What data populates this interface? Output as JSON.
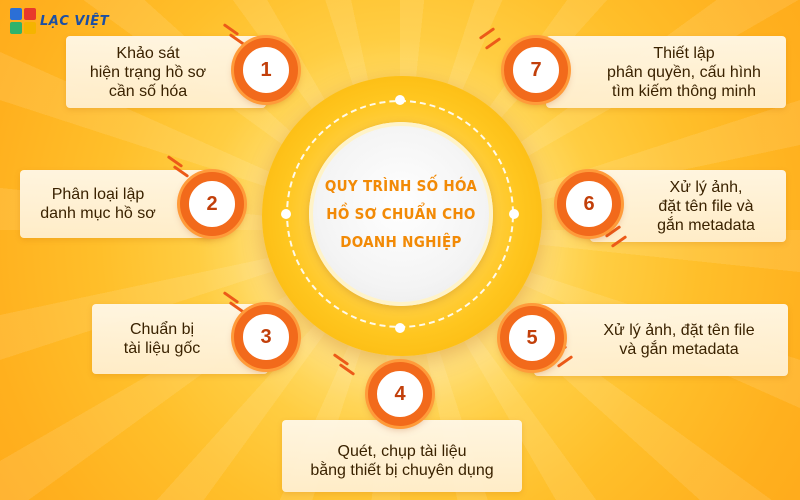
{
  "logo": {
    "text": "LẠC VIỆT"
  },
  "colors": {
    "accent": "#f26a1b",
    "hub_yellow": "#ffc61f",
    "title_orange": "#f28a06",
    "logo_blue": "#1c4fa3",
    "logo_squares": [
      "#2b6fd6",
      "#e8392b",
      "#2fb36b",
      "#f5b400"
    ]
  },
  "hub": {
    "title_lines": [
      "QUY TRÌNH SỐ HÓA",
      "HỒ SƠ CHUẨN CHO",
      "DOANH NGHIỆP"
    ]
  },
  "steps": [
    {
      "number": "1",
      "lines": [
        "Khảo sát",
        "hiện trạng hồ sơ",
        "cần số hóa"
      ]
    },
    {
      "number": "2",
      "lines": [
        "Phân loại lập",
        "danh mục hồ sơ"
      ]
    },
    {
      "number": "3",
      "lines": [
        "Chuẩn bị",
        "tài liệu gốc"
      ]
    },
    {
      "number": "4",
      "lines": [
        "Quét, chụp tài liệu",
        "bằng thiết bị chuyên dụng"
      ]
    },
    {
      "number": "5",
      "lines": [
        "Xử lý ảnh, đặt tên file",
        "và gắn metadata"
      ]
    },
    {
      "number": "6",
      "lines": [
        "Xử lý ảnh,",
        "đặt tên file và",
        "gắn metadata"
      ]
    },
    {
      "number": "7",
      "lines": [
        "Thiết lập",
        "phân quyền, cấu hình",
        "tìm kiếm thông minh"
      ]
    }
  ]
}
